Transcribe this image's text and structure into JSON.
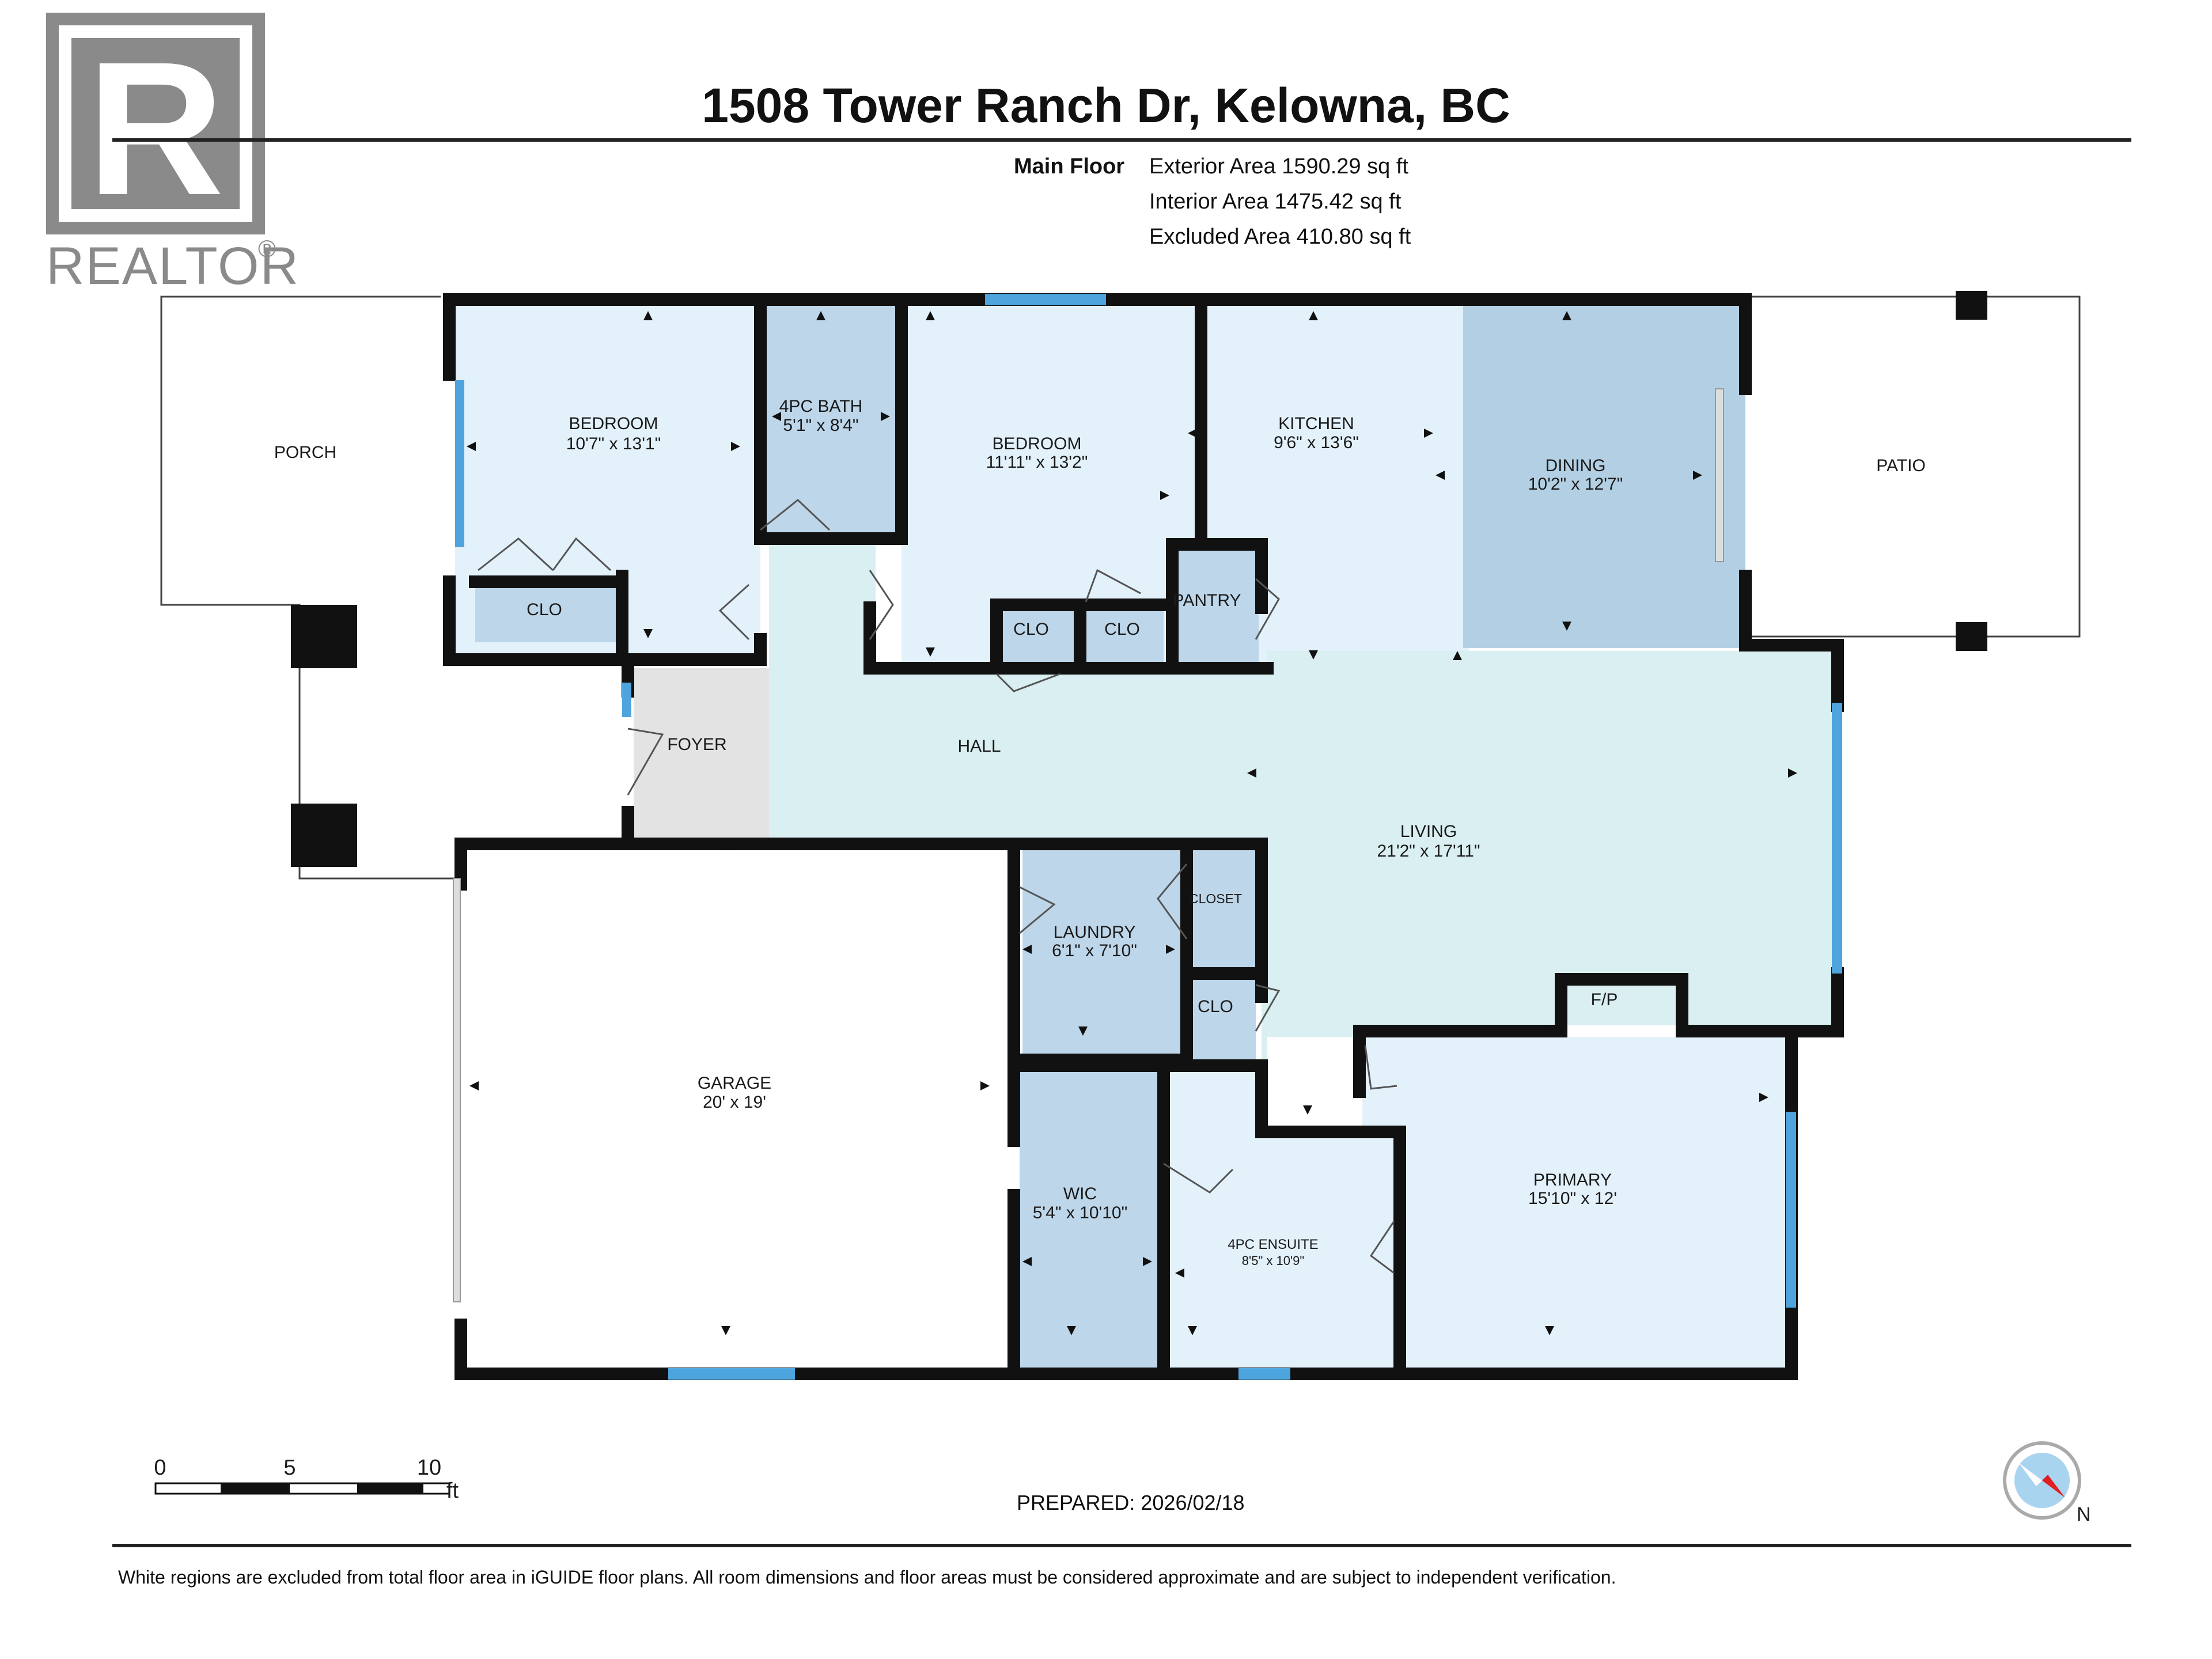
{
  "header": {
    "title": "1508 Tower Ranch Dr, Kelowna, BC",
    "floor_label": "Main Floor",
    "areas": [
      "Exterior Area 1590.29 sq ft",
      "Interior Area 1475.42 sq ft",
      "Excluded Area 410.80 sq ft"
    ]
  },
  "logo": {
    "text": "REALTOR",
    "mark": "®",
    "letter": "R",
    "icon": "realtor-logo-icon"
  },
  "rooms": [
    {
      "name": "PORCH",
      "dims": ""
    },
    {
      "name": "BEDROOM",
      "dims": "10'7\" x 13'1\""
    },
    {
      "name": "4PC BATH",
      "dims": "5'1\" x 8'4\""
    },
    {
      "name": "BEDROOM",
      "dims": "11'11\" x 13'2\""
    },
    {
      "name": "KITCHEN",
      "dims": "9'6\" x 13'6\""
    },
    {
      "name": "DINING",
      "dims": "10'2\" x 12'7\""
    },
    {
      "name": "PATIO",
      "dims": ""
    },
    {
      "name": "CLO",
      "dims": ""
    },
    {
      "name": "CLO",
      "dims": ""
    },
    {
      "name": "CLO",
      "dims": ""
    },
    {
      "name": "PANTRY",
      "dims": ""
    },
    {
      "name": "FOYER",
      "dims": ""
    },
    {
      "name": "HALL",
      "dims": ""
    },
    {
      "name": "LIVING",
      "dims": "21'2\" x 17'11\""
    },
    {
      "name": "GARAGE",
      "dims": "20' x 19'"
    },
    {
      "name": "LAUNDRY",
      "dims": "6'1\" x 7'10\""
    },
    {
      "name": "CLOSET",
      "dims": ""
    },
    {
      "name": "CLO",
      "dims": ""
    },
    {
      "name": "F/P",
      "dims": ""
    },
    {
      "name": "PRIMARY",
      "dims": "15'10\" x 12'"
    },
    {
      "name": "WIC",
      "dims": "5'4\" x 10'10\""
    },
    {
      "name": "4PC ENSUITE",
      "dims": "8'5\" x 10'9\""
    }
  ],
  "scale": {
    "labels": [
      "0",
      "5",
      "10"
    ],
    "unit": "ft"
  },
  "prepared": "PREPARED: 2026/02/18",
  "compass": {
    "label": "N",
    "icon": "compass-icon"
  },
  "footer": "White regions are excluded from total floor area in iGUIDE floor plans. All room dimensions and floor areas must be considered approximate and are subject to independent verification.",
  "colors": {
    "room_light": "#e3f1fb",
    "room_mid": "#bdd6ea",
    "room_dining": "#b3cfe4",
    "room_hall": "#d9eff1",
    "foyer": "#e3e3e3",
    "wall": "#111111",
    "window": "#4ea4dc"
  }
}
